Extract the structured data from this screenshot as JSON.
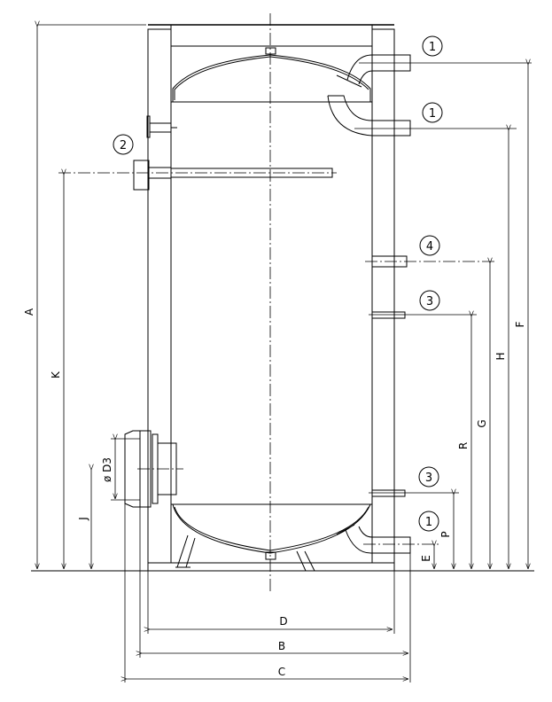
{
  "dimensions": {
    "A": "A",
    "K": "K",
    "J": "J",
    "D3": "ø D3",
    "E": "E",
    "P": "P",
    "R": "R",
    "G": "G",
    "H": "H",
    "F": "F",
    "D": "D",
    "B": "B",
    "C": "C"
  },
  "callouts": {
    "c1a": "1",
    "c1b": "1",
    "c2": "2",
    "c4": "4",
    "c3a": "3",
    "c3b": "3",
    "c1c": "1"
  },
  "colors": {
    "line": "#000000",
    "background": "#ffffff"
  }
}
